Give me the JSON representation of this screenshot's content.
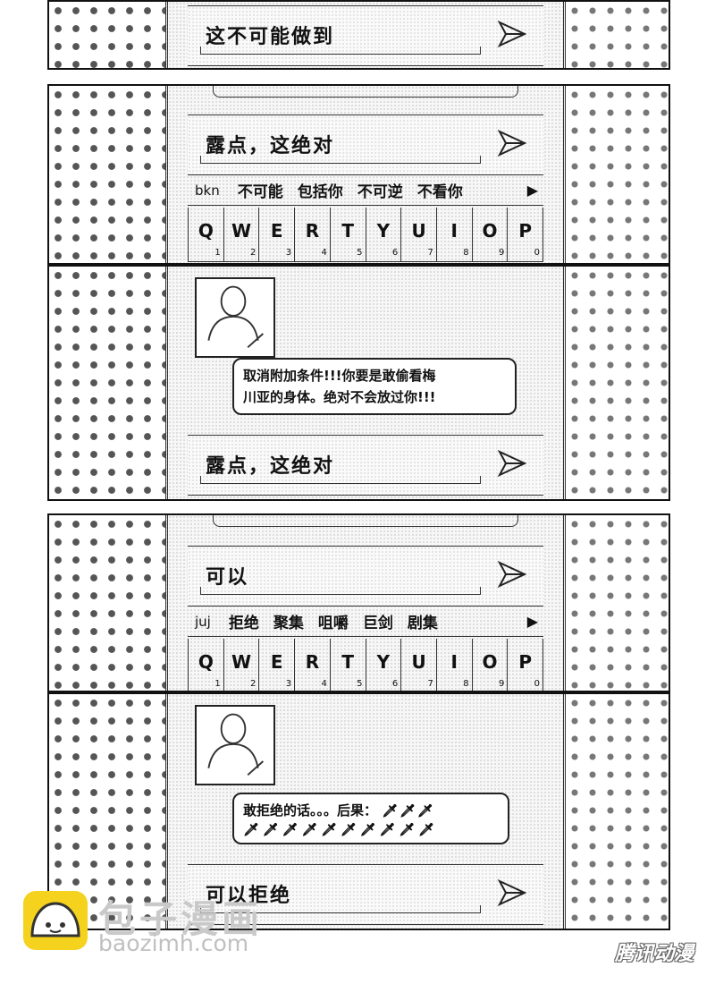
{
  "panels": [
    {
      "input": "这不可能做到"
    },
    {
      "input": "露点，这绝对",
      "suggest": {
        "pinyin": "bkn",
        "words": [
          "不可能",
          "包括你",
          "不可逆",
          "不看你"
        ]
      }
    },
    {
      "message": [
        "取消附加条件!!!你要是敢偷看梅",
        "川亚的身体。绝对不会放过你!!!"
      ],
      "input": "露点，这绝对"
    },
    {
      "input": "可以",
      "suggest": {
        "pinyin": "juj",
        "words": [
          "拒绝",
          "聚集",
          "咀嚼",
          "巨剑",
          "剧集"
        ]
      }
    },
    {
      "message": [
        "敢拒绝的话。。。后果："
      ],
      "input": "可以拒绝"
    }
  ],
  "keyboard": {
    "keys": [
      "Q",
      "W",
      "E",
      "R",
      "T",
      "Y",
      "U",
      "I",
      "O",
      "P"
    ],
    "nums": [
      "1",
      "2",
      "3",
      "4",
      "5",
      "6",
      "7",
      "8",
      "9",
      "0"
    ]
  },
  "watermark": {
    "cn": "包子漫画",
    "en": "baozimh.com",
    "brand": "腾讯动漫"
  },
  "icons": {
    "send": "send-arrow-icon",
    "more": "play-triangle-icon",
    "avatar": "person-avatar-icon",
    "sword": "sword-icon"
  }
}
